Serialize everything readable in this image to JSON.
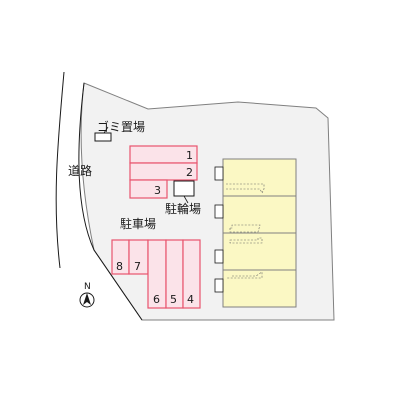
{
  "labels": {
    "road": "道路",
    "garbage": "ゴミ置場",
    "bicycle": "駐輪場",
    "parking": "駐車場",
    "north": "N"
  },
  "parking_slots": {
    "upper": [
      "1",
      "2",
      "3"
    ],
    "lower": [
      "8",
      "7",
      "6",
      "5",
      "4"
    ]
  },
  "colors": {
    "lot": "#f2f2f2",
    "lot_outline": "#808080",
    "parking_fill": "#fbe3e9",
    "parking_outline": "#e8546e",
    "building_fill": "#fbf8c4",
    "building_outline": "#808080"
  }
}
